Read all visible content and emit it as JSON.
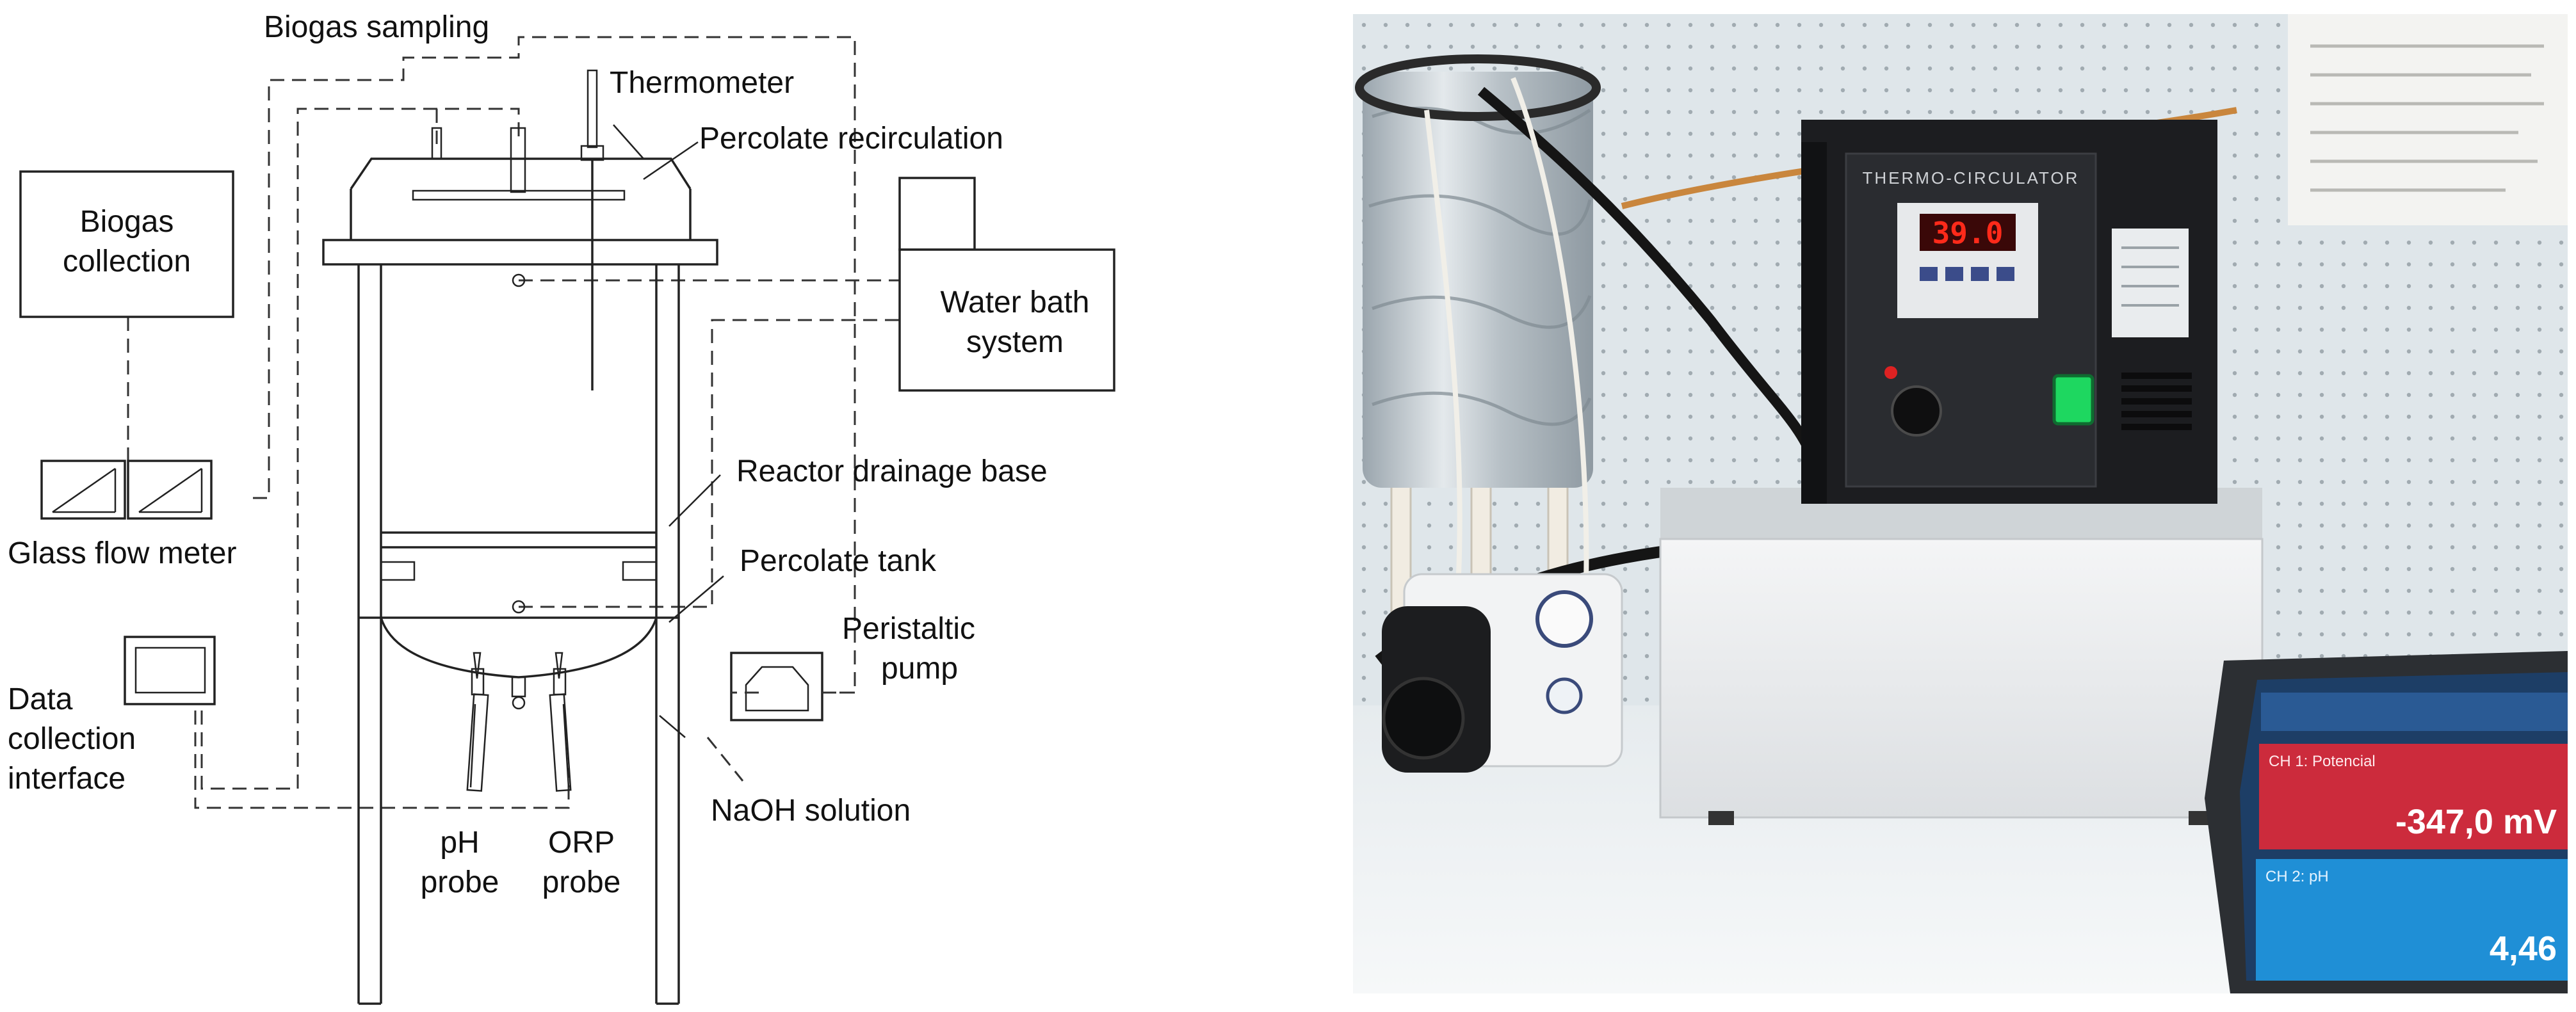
{
  "labels": {
    "biogas_sampling": "Biogas sampling",
    "thermometer": "Thermometer",
    "percolate_recirculation": "Percolate recirculation",
    "biogas_collection_line1": "Biogas",
    "biogas_collection_line2": "collection",
    "water_bath_line1": "Water bath",
    "water_bath_line2": "system",
    "glass_flow_meter": "Glass flow meter",
    "reactor_drainage_base": "Reactor drainage base",
    "percolate_tank": "Percolate tank",
    "peristaltic_pump_line1": "Peristaltic",
    "peristaltic_pump_line2": "pump",
    "data_collection_line1": "Data",
    "data_collection_line2": "collection",
    "data_collection_line3": "interface",
    "naoh_solution": "NaOH solution",
    "ph_probe_line1": "pH",
    "ph_probe_line2": "probe",
    "orp_probe_line1": "ORP",
    "orp_probe_line2": "probe"
  },
  "photo": {
    "circulator_brand": "THERMO-CIRCULATOR",
    "circulator_display": "39.0",
    "meter_channel1_label": "CH 1: Potencial",
    "meter_channel1_value": "-347,0 mV",
    "meter_channel2_label": "CH 2: pH",
    "meter_channel2_value": "4,46"
  },
  "colors": {
    "line": "#222222",
    "lcd_red": "#ff2a1a",
    "switch_green": "#1ed760",
    "meter_red": "#cc2b3c",
    "meter_blue": "#1f8fd6"
  }
}
